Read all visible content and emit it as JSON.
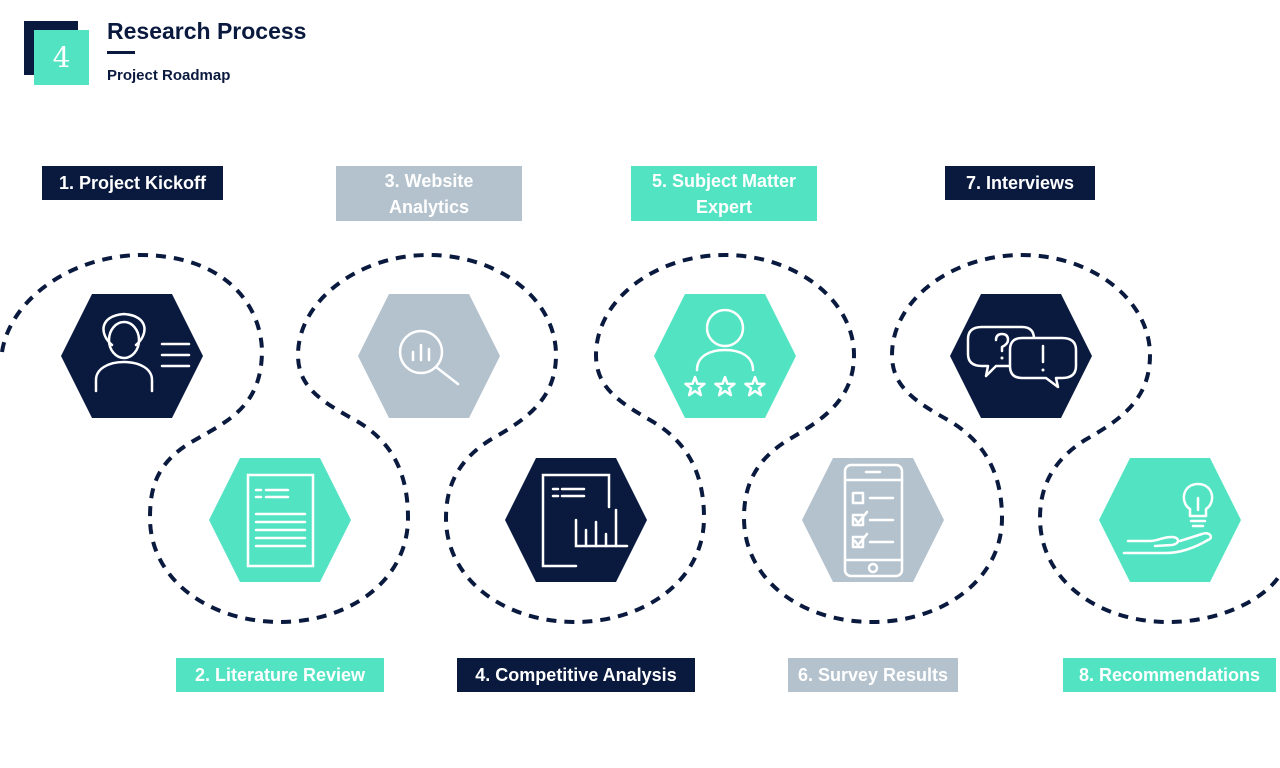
{
  "header": {
    "number": "4",
    "title": "Research Process",
    "subtitle": "Project Roadmap"
  },
  "colors": {
    "navy": "#0a1a3f",
    "teal": "#52e3c2",
    "gray": "#b4c2cd",
    "white": "#ffffff"
  },
  "steps": [
    {
      "label": "1. Project Kickoff",
      "color": "navy",
      "icon": "person-profile-icon"
    },
    {
      "label": "2. Literature Review",
      "color": "teal",
      "icon": "document-icon"
    },
    {
      "label": "3. Website Analytics",
      "color": "gray",
      "icon": "magnifier-chart-icon"
    },
    {
      "label": "4. Competitive Analysis",
      "color": "navy",
      "icon": "report-chart-icon"
    },
    {
      "label": "5. Subject Matter Expert",
      "color": "teal",
      "icon": "user-rating-icon"
    },
    {
      "label": "6. Survey Results",
      "color": "gray",
      "icon": "mobile-checklist-icon"
    },
    {
      "label": "7. Interviews",
      "color": "navy",
      "icon": "speech-bubbles-icon"
    },
    {
      "label": "8. Recommendations",
      "color": "teal",
      "icon": "hand-lightbulb-icon"
    }
  ]
}
